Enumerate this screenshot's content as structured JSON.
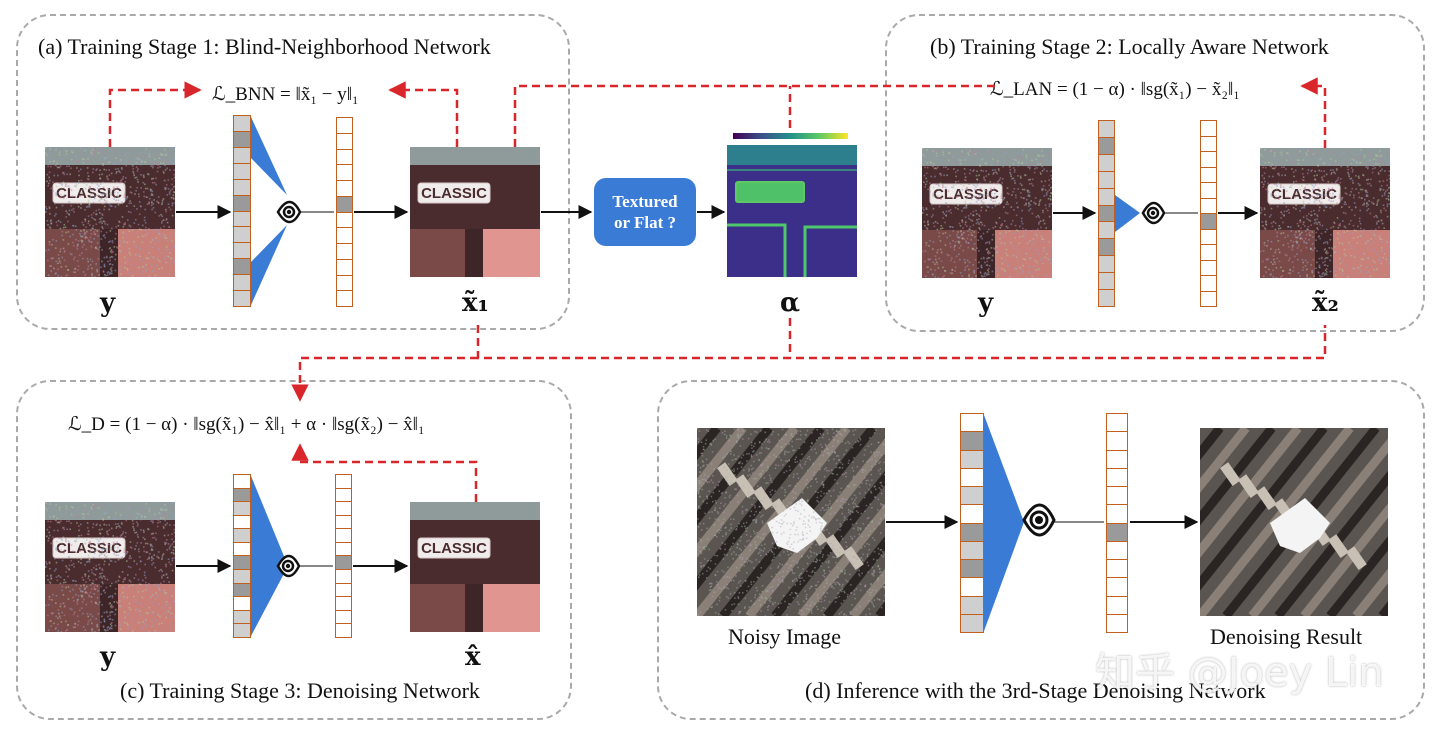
{
  "panels": {
    "a": {
      "title": "(a) Training Stage 1: Blind-Neighborhood Network",
      "loss": "ℒ_BNN = ‖x̃₁ − y‖₁"
    },
    "b": {
      "title": "(b) Training Stage 2: Locally Aware Network",
      "loss": "ℒ_LAN = (1 − α) · ‖sg(x̃₁) − x̃₂‖₁"
    },
    "c": {
      "title": "(c) Training Stage 3: Denoising Network",
      "loss": "ℒ_D = (1 − α) · ‖sg(x̃₁) − x̂‖₁ + α · ‖sg(x̃₂) − x̂‖₁"
    },
    "d": {
      "title": "(d) Inference with the 3rd-Stage Denoising Network"
    }
  },
  "labels": {
    "y": "y",
    "x1": "x̃₁",
    "x2": "x̃₂",
    "xhat": "x̂",
    "alpha": "α",
    "noisy_image": "Noisy Image",
    "denoising_result": "Denoising Result"
  },
  "decision": {
    "line1": "Textured",
    "line2": "or Flat ?"
  },
  "image_text": "CLASSIC",
  "colors": {
    "accent_blue": "#3a7bd5",
    "dashed_red": "#d9262b",
    "vector_orange": "#c0601c",
    "panel_border": "#a9a9a9"
  },
  "watermark": "知乎 @Joey Lin"
}
